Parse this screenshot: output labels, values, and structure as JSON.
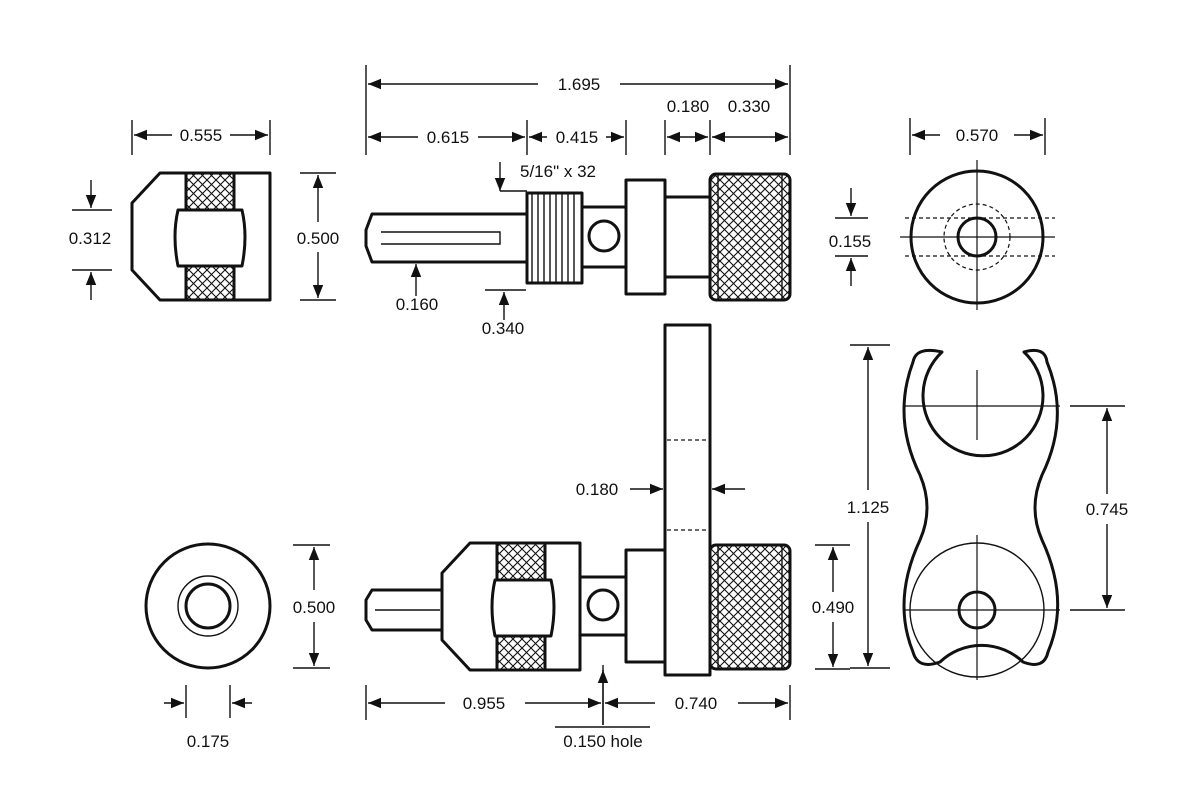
{
  "labels": {
    "overall_length": "1.695",
    "shank_length": "0.615",
    "thread_length": "0.415",
    "collar_width": "0.180",
    "knurl_width": "0.330",
    "chuck_length": "0.555",
    "chuck_flat": "0.312",
    "chuck_dia": "0.500",
    "thread_spec": "5/16\" x 32",
    "slot_width": "0.160",
    "thread_root": "0.340",
    "flange_dia": "0.570",
    "bore_dia": "0.155",
    "wrench_thickness": "0.180",
    "wrench_length": "1.125",
    "jaw_spacing": "0.745",
    "knob_dia": "0.490",
    "end_dia": "0.500",
    "end_bore": "0.175",
    "body_length": "0.955",
    "knob_length": "0.740",
    "hole_spec": "0.150 hole"
  }
}
